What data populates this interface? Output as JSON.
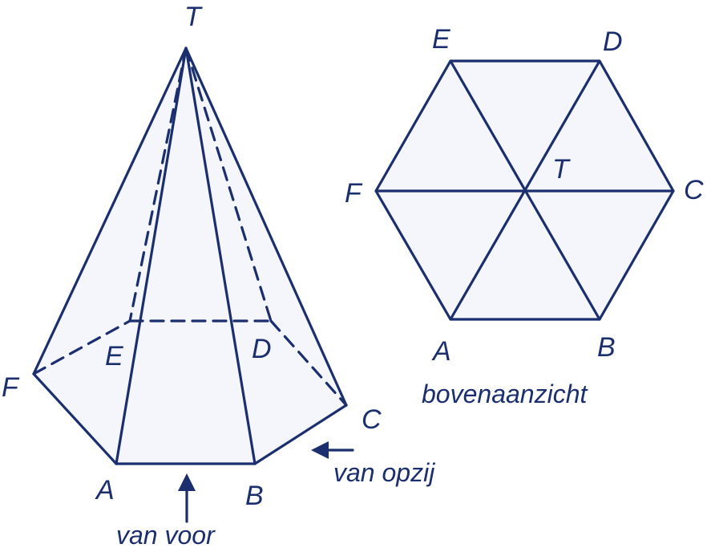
{
  "pyramid": {
    "labels": {
      "T": "T",
      "A": "A",
      "B": "B",
      "C": "C",
      "D": "D",
      "E": "E",
      "F": "F"
    },
    "front_view_caption": "van voor",
    "side_view_caption": "van opzij"
  },
  "top_view": {
    "labels": {
      "T": "T",
      "A": "A",
      "B": "B",
      "C": "C",
      "D": "D",
      "E": "E",
      "F": "F"
    },
    "caption": "bovenaanzicht"
  },
  "colors": {
    "line": "#1b2f6e",
    "face_fill": "#f4f6fb"
  }
}
